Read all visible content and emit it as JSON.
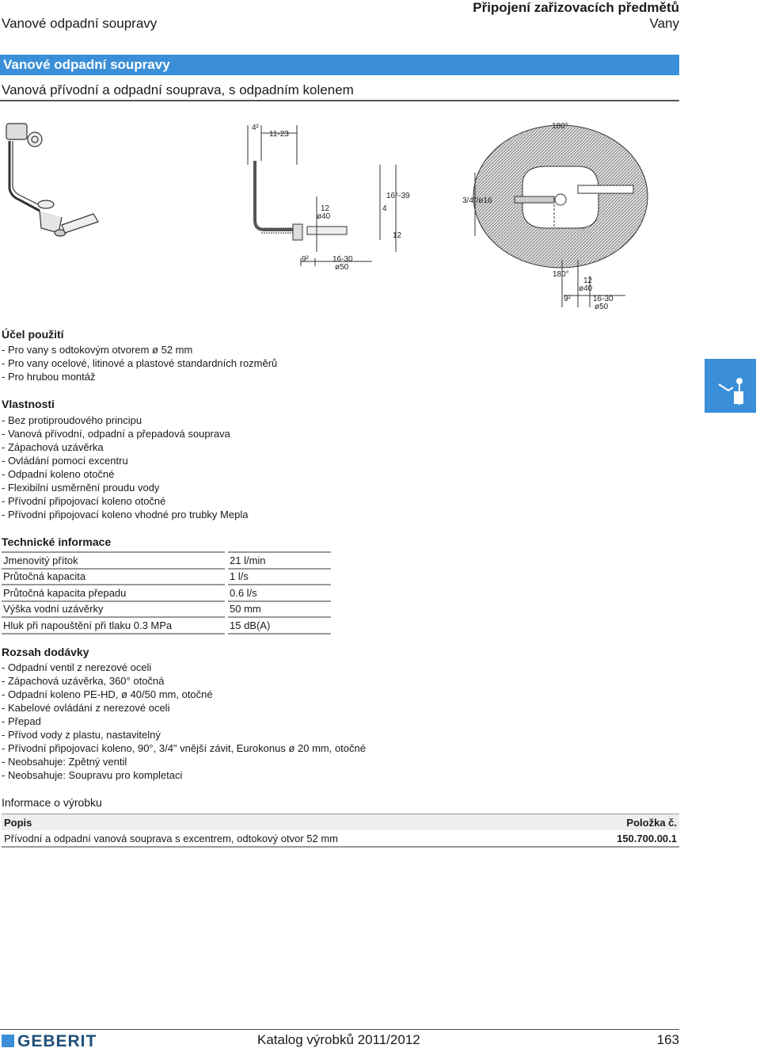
{
  "header": {
    "left": "Vanové odpadní soupravy",
    "right_title": "Připojení zařizovacích předmětů",
    "right_sub": "Vany"
  },
  "banner": "Vanové odpadní soupravy",
  "subtitle": "Vanová přívodní a odpadní souprava, s odpadním kolenem",
  "figure": {
    "dims": {
      "d1": "4²",
      "d2": "11-23",
      "d3": "12",
      "d4": "ø40",
      "d5": "16⁵-39",
      "d6": "4",
      "d7": "12",
      "d8": "9²",
      "d9": "16-30",
      "d10": "ø50",
      "d11": "180°",
      "d12": "3/4\"/ø16",
      "d13": "180°",
      "d14": "12",
      "d15": "ø40",
      "d16": "9²",
      "d17": "16-30",
      "d18": "ø50"
    }
  },
  "ucel": {
    "title": "Účel použití",
    "items": [
      "- Pro vany s odtokovým otvorem ø 52 mm",
      "- Pro vany ocelové, litinové a plastové standardních rozměrů",
      "- Pro hrubou montáž"
    ]
  },
  "vlastnosti": {
    "title": "Vlastnosti",
    "items": [
      "- Bez protiproudového principu",
      "- Vanová přívodní, odpadní a přepadová souprava",
      "- Zápachová uzávěrka",
      "- Ovládání pomocí excentru",
      "- Odpadní koleno otočné",
      "- Flexibilní usměrnění proudu vody",
      "- Přívodní připojovací koleno otočné",
      "- Přívodní připojovací koleno vhodné pro trubky Mepla"
    ]
  },
  "technicke": {
    "title": "Technické informace",
    "rows": [
      {
        "label": "Jmenovitý přítok",
        "value": "21 l/min"
      },
      {
        "label": "Průtočná kapacita",
        "value": "1 l/s"
      },
      {
        "label": "Průtočná kapacita přepadu",
        "value": "0.6 l/s"
      },
      {
        "label": "Výška vodní uzávěrky",
        "value": "50 mm"
      },
      {
        "label": "Hluk při napouštění při tlaku 0.3 MPa",
        "value": "15 dB(A)"
      }
    ]
  },
  "rozsah": {
    "title": "Rozsah dodávky",
    "items": [
      "- Odpadní ventil z nerezové oceli",
      "- Zápachová uzávěrka, 360° otočná",
      "- Odpadní koleno PE-HD, ø 40/50 mm, otočné",
      "- Kabelové ovládání z nerezové oceli",
      "- Přepad",
      "- Přívod vody z plastu, nastavitelný",
      "- Přívodní připojovací koleno, 90°, 3/4\" vnější závit, Eurokonus ø 20 mm, otočné",
      "- Neobsahuje: Zpětný ventil",
      "- Neobsahuje: Soupravu pro kompletaci"
    ]
  },
  "info": {
    "title": "Informace o výrobku",
    "col_desc": "Popis",
    "col_item": "Položka č.",
    "rows": [
      {
        "desc": "Přívodní a odpadní vanová souprava s excentrem, odtokový otvor 52 mm",
        "item": "150.700.00.1"
      }
    ]
  },
  "footer": {
    "logo": "GEBERIT",
    "catalog": "Katalog výrobků 2011/2012",
    "page": "163"
  },
  "colors": {
    "accent": "#3a8fd8",
    "logo": "#1f4f7a"
  }
}
